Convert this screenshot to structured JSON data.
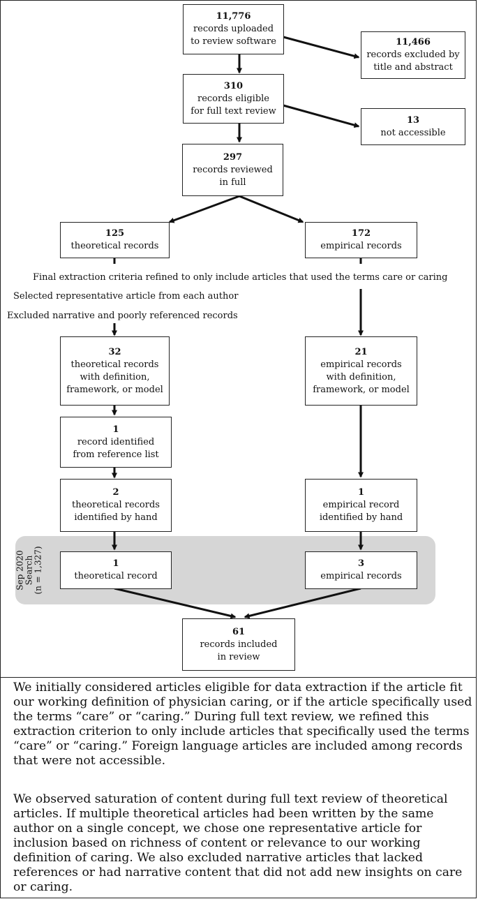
{
  "flowchart": {
    "uploaded": {
      "number": "11,776",
      "lines": [
        "records uploaded",
        "to review software"
      ]
    },
    "excluded_title": {
      "number": "11,466",
      "lines": [
        "records excluded by",
        "title and abstract"
      ]
    },
    "eligible": {
      "number": "310",
      "lines": [
        "records eligible",
        "for full text review"
      ]
    },
    "not_accessible": {
      "number": "13",
      "lines": [
        "not accessible"
      ]
    },
    "reviewed": {
      "number": "297",
      "lines": [
        "records reviewed",
        "in full"
      ]
    },
    "theoretical": {
      "number": "125",
      "lines": [
        "theoretical records"
      ]
    },
    "empirical": {
      "number": "172",
      "lines": [
        "empirical records"
      ]
    },
    "notes": {
      "refined": "Final extraction criteria refined to only include articles that used the terms care or caring",
      "selected": "Selected representative article from each author",
      "excluded_narrative": "Excluded narrative and poorly referenced records"
    },
    "theoretical_def": {
      "number": "32",
      "lines": [
        "theoretical records",
        "with definition,",
        "framework, or model"
      ]
    },
    "empirical_def": {
      "number": "21",
      "lines": [
        "empirical records",
        "with definition,",
        "framework, or model"
      ]
    },
    "reference_list": {
      "number": "1",
      "lines": [
        "record identified",
        "from reference list"
      ]
    },
    "theoretical_hand": {
      "number": "2",
      "lines": [
        "theoretical records",
        "identified by hand"
      ]
    },
    "empirical_hand": {
      "number": "1",
      "lines": [
        "empirical record",
        "identified by hand"
      ]
    },
    "search_band": {
      "lines": [
        "Sep 2020",
        "Search",
        "(n = 1,327)"
      ]
    },
    "theoretical_search": {
      "number": "1",
      "lines": [
        "theoretical record"
      ]
    },
    "empirical_search": {
      "number": "3",
      "lines": [
        "empirical records"
      ]
    },
    "included": {
      "number": "61",
      "lines": [
        "records included",
        "in review"
      ]
    }
  },
  "footnote": {
    "paragraph1": "We initially considered articles eligible for data extraction if the article fit our working definition of physician caring, or if the article specifically used the terms “care” or “caring.” During full text review, we refined this extraction criterion to only include articles that specifically used the terms “care” or “caring.” Foreign language articles are included among records that were not accessible.",
    "paragraph2": "We observed saturation of content during full text review of theoretical articles. If multiple theoretical articles had been written by the same author on a single concept, we chose one representative article for inclusion based on richness of content or relevance to our working definition of caring. We also excluded narrative articles that lacked references or had narrative content that did not add new insights on care or caring."
  }
}
